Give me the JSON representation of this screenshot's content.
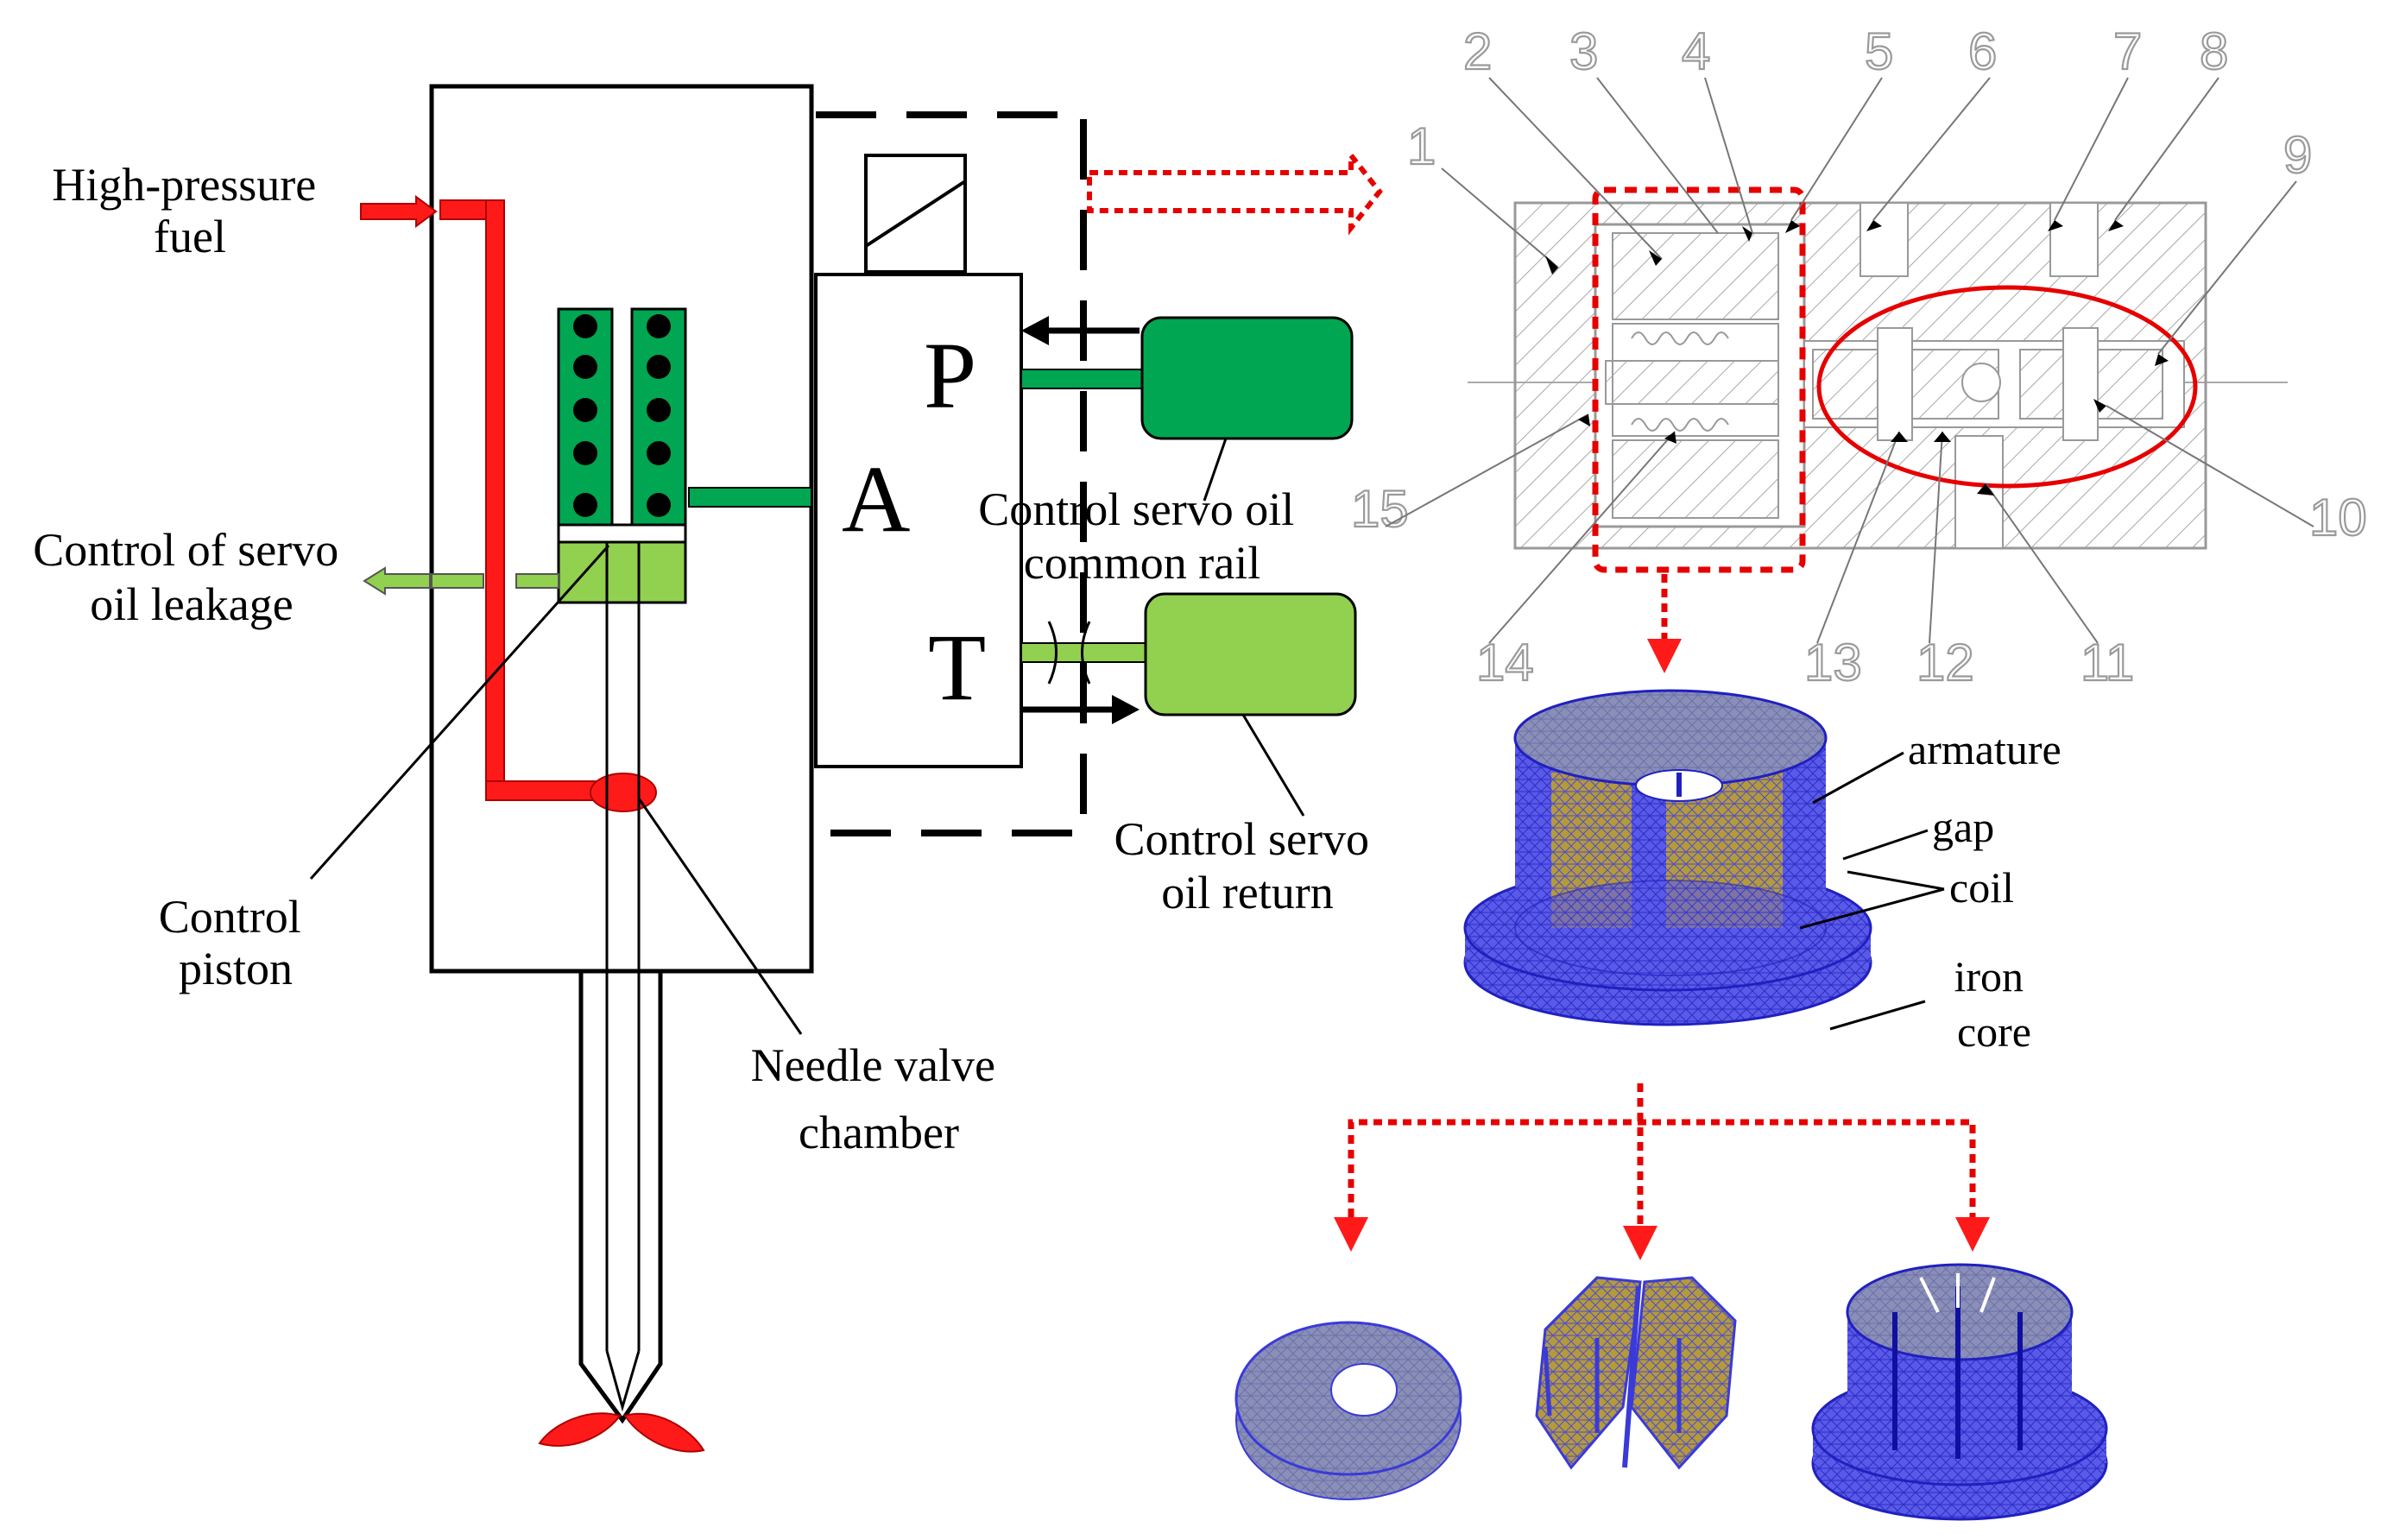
{
  "labels": {
    "high_pressure_fuel": [
      "High-pressure",
      "fuel"
    ],
    "control_servo_leakage": [
      "Control of servo",
      "oil leakage"
    ],
    "control_piston": [
      "Control",
      "piston"
    ],
    "needle_valve_chamber": [
      "Needle valve",
      "chamber"
    ],
    "control_servo_common_rail": [
      "Control servo oil",
      "common rail"
    ],
    "control_servo_return": [
      "Control servo",
      "oil return"
    ],
    "armature": "armature",
    "gap": "gap",
    "coil": "coil",
    "iron_core": [
      "iron",
      "core"
    ]
  },
  "ports": {
    "p": "P",
    "a": "A",
    "t": "T"
  },
  "part_numbers": [
    "1",
    "2",
    "3",
    "4",
    "5",
    "6",
    "7",
    "8",
    "9",
    "10",
    "11",
    "12",
    "13",
    "14",
    "15"
  ],
  "colors": {
    "fuel_red": "#ff1a1a",
    "servo_green": "#00a651",
    "return_green": "#92d050",
    "mesh_blue": "#3a3af0",
    "coil_gold": "#b8962e",
    "arrow_red": "#e60000",
    "hatch_gray": "#a0a0a0"
  }
}
